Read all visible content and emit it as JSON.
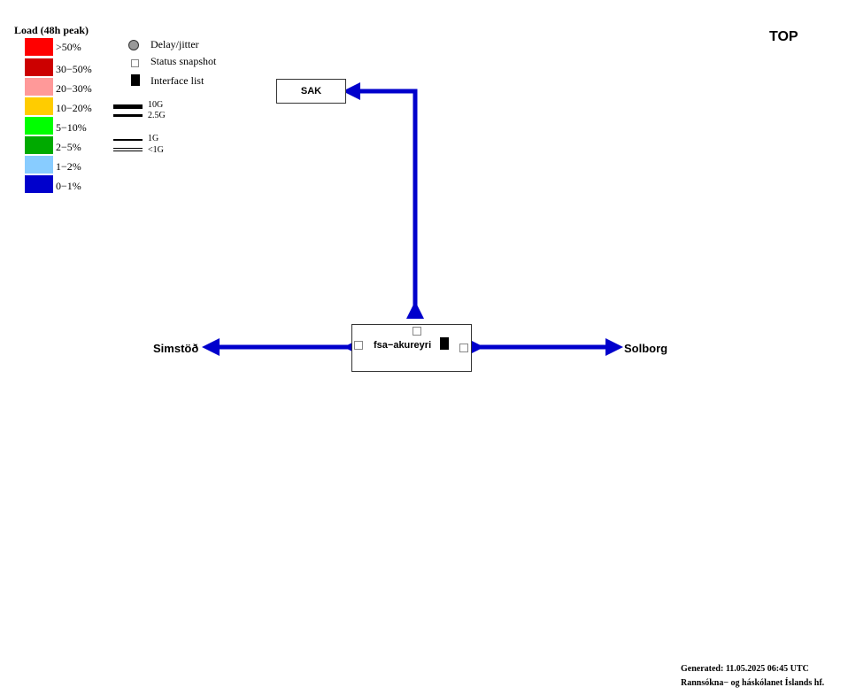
{
  "legend": {
    "title": "Load (48h peak)",
    "ranges": [
      {
        "label": ">50%",
        "color": "#ff0000"
      },
      {
        "label": "30−50%",
        "color": "#cc0000"
      },
      {
        "label": "20−30%",
        "color": "#ff9999"
      },
      {
        "label": "10−20%",
        "color": "#ffcc00"
      },
      {
        "label": "5−10%",
        "color": "#00ff00"
      },
      {
        "label": "2−5%",
        "color": "#00aa00"
      },
      {
        "label": "1−2%",
        "color": "#88ccff"
      },
      {
        "label": "0−1%",
        "color": "#0000cc"
      }
    ],
    "symbols": {
      "delay_jitter": "Delay/jitter",
      "status_snapshot": "Status snapshot",
      "interface_list": "Interface list"
    },
    "bandwidths": [
      "10G",
      "2.5G",
      "1G",
      "<1G"
    ]
  },
  "map_title": "TOP",
  "nodes": {
    "sak": "SAK",
    "center": "fsa−akureyri",
    "left": "Simstöð",
    "right": "Solborg"
  },
  "link_color": "#0000cc",
  "footer": {
    "generated": "Generated:  11.05.2025 06:45 UTC",
    "org": "Rannsókna− og háskólanet Íslands hf."
  }
}
